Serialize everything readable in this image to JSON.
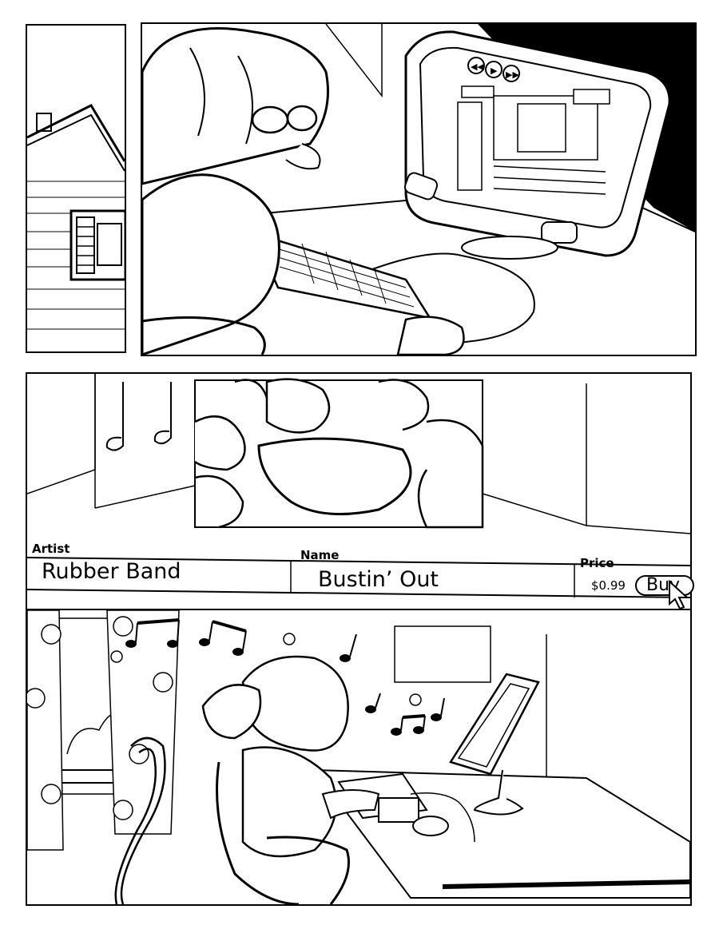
{
  "store": {
    "artist_header": "Artist",
    "artist_value": "Rubber Band",
    "name_header": "Name",
    "name_value": "Bustin’ Out",
    "price_header": "Price",
    "price_value": "$0.99",
    "buy_label": "Buy"
  },
  "icons": {
    "screen_controls": [
      "rewind-icon",
      "play-icon",
      "fast-forward-icon"
    ],
    "cursor": "arrow-cursor-icon",
    "music": "music-note-icon",
    "flower": "flower-icon"
  },
  "colors": {
    "ink": "#000000",
    "paper": "#ffffff"
  }
}
